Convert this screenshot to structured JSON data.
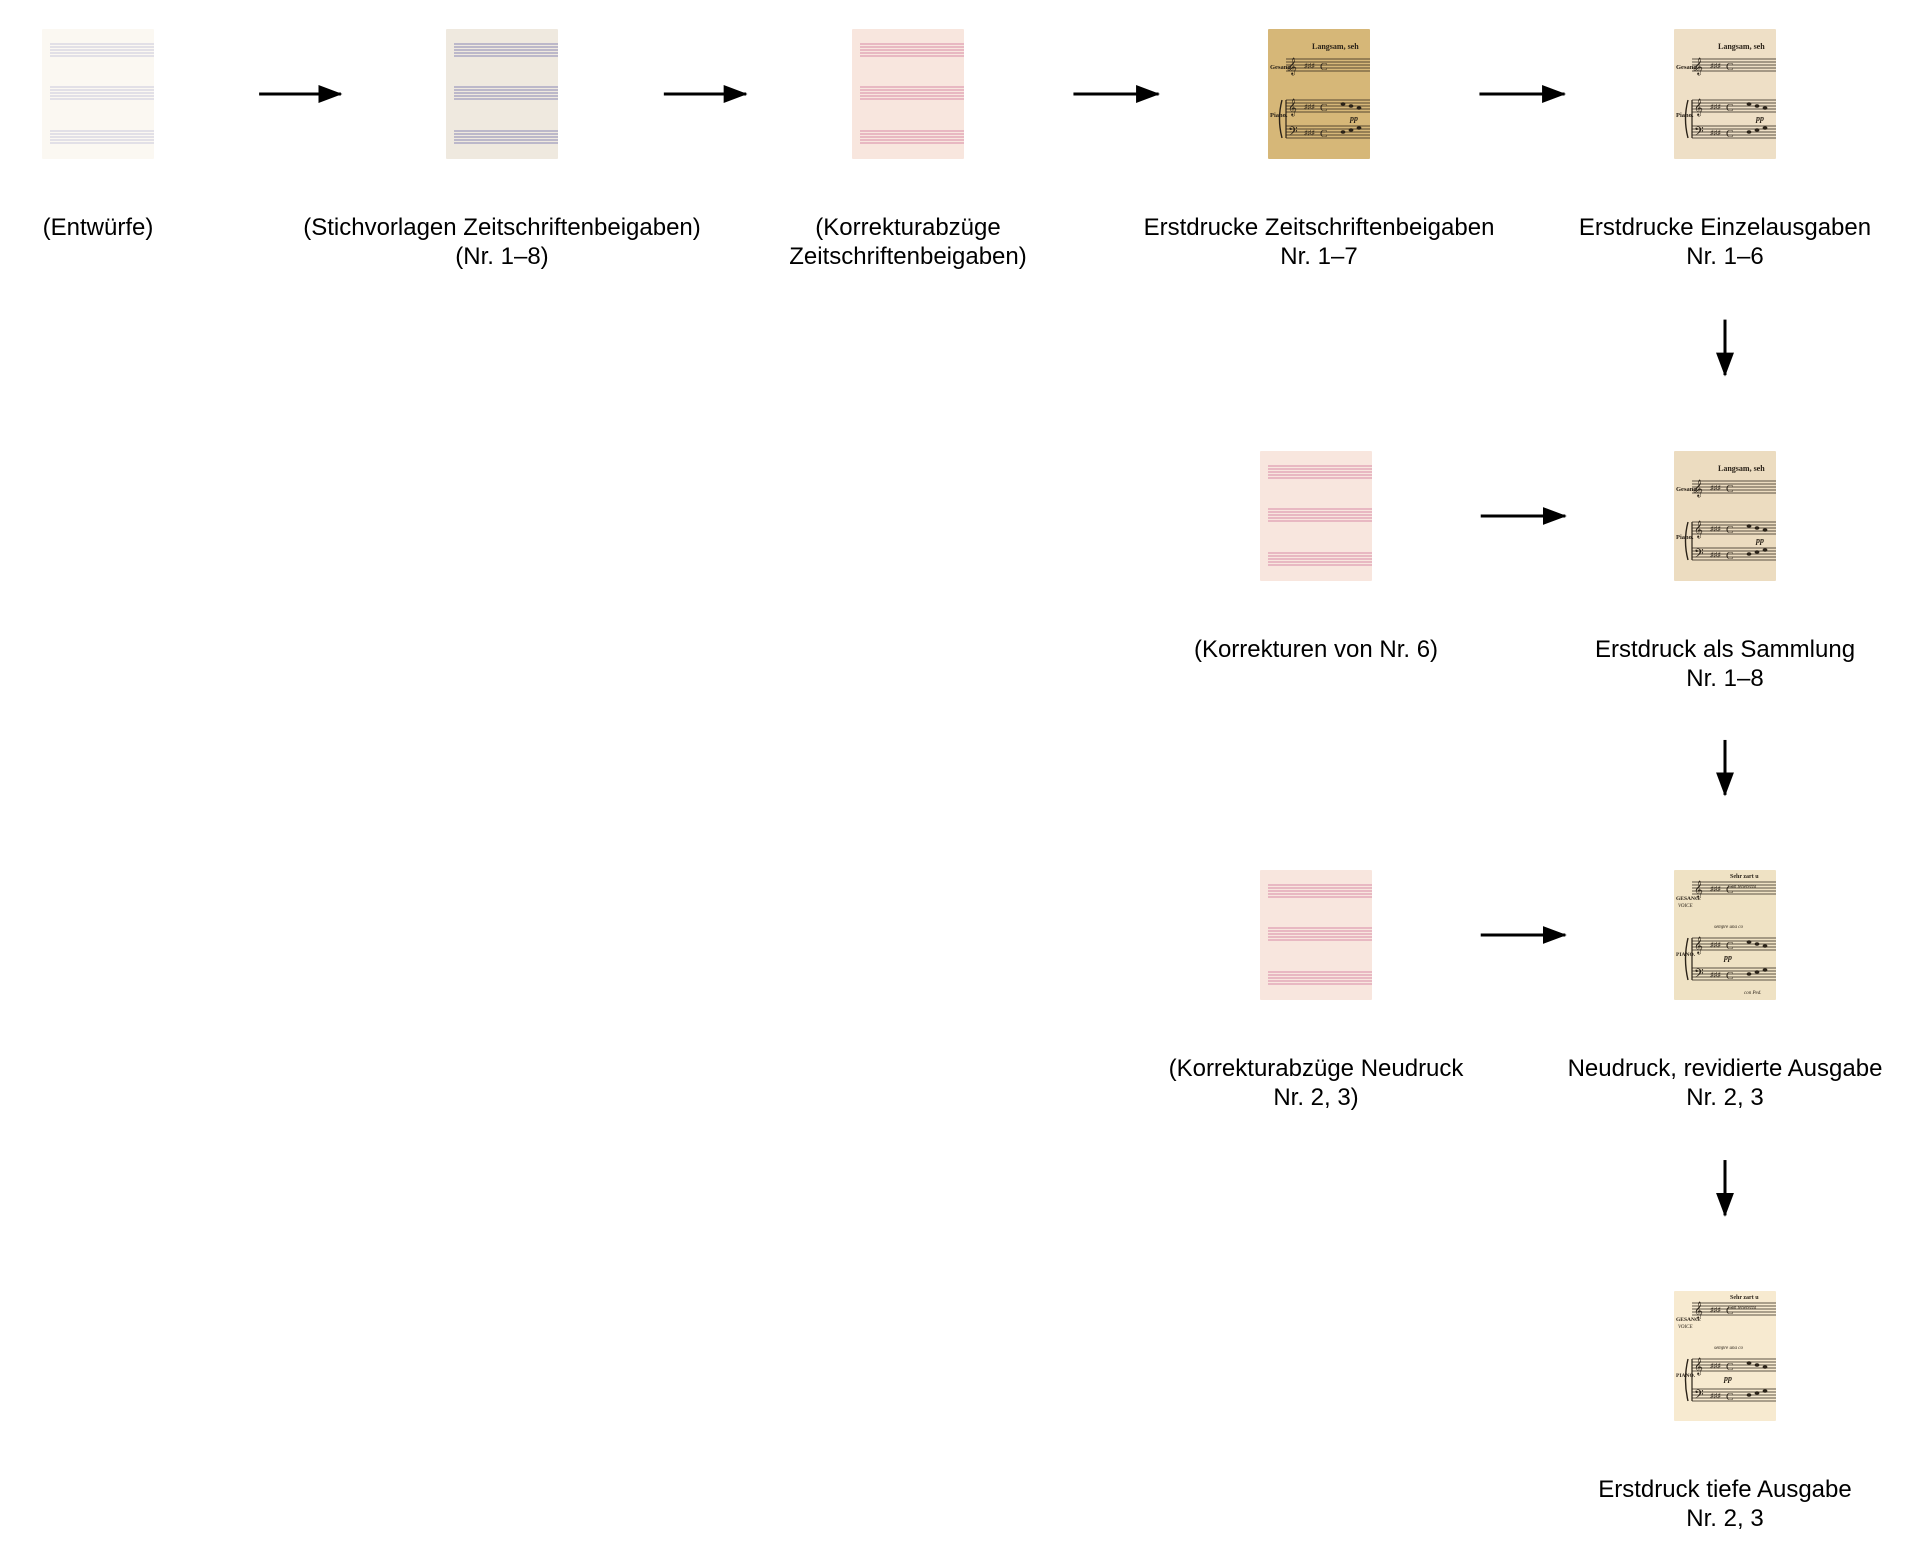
{
  "nodes": [
    {
      "id": "entwuerfe",
      "label_lines": [
        "(Entwürfe)"
      ],
      "thumb": "blank-staves",
      "paper": "#fbf8f2",
      "ink": "#c8c8dc"
    },
    {
      "id": "stichvorlagen",
      "label_lines": [
        "(Stichvorlagen Zeitschriftenbeigaben)",
        "(Nr. 1–8)"
      ],
      "thumb": "blank-staves",
      "paper": "#efe9df",
      "ink": "#8886b6"
    },
    {
      "id": "korrekturabzuege-zeitschrift",
      "label_lines": [
        "(Korrekturabzüge",
        "Zeitschriftenbeigaben)"
      ],
      "thumb": "blank-staves",
      "paper": "#f8e6de",
      "ink": "#d98ba6"
    },
    {
      "id": "erstdrucke-zeitschrift",
      "label_lines": [
        "Erstdrucke Zeitschriftenbeigaben",
        "Nr. 1–7"
      ],
      "thumb": "score-a",
      "paper": "#d6b778",
      "ink": "#2a2218",
      "excerpt": {
        "tempo": "Langsam, seh",
        "voice": "Gesang.",
        "piano": "Piano.",
        "dyn": "pp"
      }
    },
    {
      "id": "erstdrucke-einzel",
      "label_lines": [
        "Erstdrucke Einzelausgaben",
        "Nr. 1–6"
      ],
      "thumb": "score-a",
      "paper": "#eedfc6",
      "ink": "#2a2218",
      "excerpt": {
        "tempo": "Langsam, seh",
        "voice": "Gesang.",
        "piano": "Piano.",
        "dyn": "pp"
      }
    },
    {
      "id": "korrekturen-nr6",
      "label_lines": [
        "(Korrekturen von Nr. 6)"
      ],
      "thumb": "blank-staves",
      "paper": "#f8e6de",
      "ink": "#d98ba6"
    },
    {
      "id": "erstdruck-sammlung",
      "label_lines": [
        "Erstdruck als Sammlung",
        "Nr. 1–8"
      ],
      "thumb": "score-a",
      "paper": "#ecdcc0",
      "ink": "#2a2218",
      "excerpt": {
        "tempo": "Langsam, seh",
        "voice": "Gesang.",
        "piano": "Piano.",
        "dyn": "pp"
      }
    },
    {
      "id": "korrekturabzuege-neudruck",
      "label_lines": [
        "(Korrekturabzüge Neudruck",
        "Nr. 2, 3)"
      ],
      "thumb": "blank-staves",
      "paper": "#f8e6de",
      "ink": "#d98ba6"
    },
    {
      "id": "neudruck",
      "label_lines": [
        "Neudruck, revidierte Ausgabe",
        "Nr. 2, 3"
      ],
      "thumb": "score-b",
      "paper": "#efe2c4",
      "ink": "#2a2218",
      "excerpt": {
        "tempo": "Sehr zart u",
        "tempo2": "Con tenerezza",
        "voice": "GESANG.",
        "voice2": "VOICE",
        "piano": "PIANO.",
        "mid": "sempre una co",
        "dyn": "pp",
        "ped": "con Ped."
      }
    },
    {
      "id": "erstdruck-tief",
      "label_lines": [
        "Erstdruck tiefe Ausgabe",
        "Nr. 2, 3"
      ],
      "thumb": "score-b",
      "paper": "#f7ead0",
      "ink": "#2a2218",
      "excerpt": {
        "tempo": "Sehr zart u",
        "tempo2": "Con tenerezza",
        "voice": "GESANG.",
        "voice2": "VOICE",
        "piano": "PIANO.",
        "mid": "sempre una co",
        "dyn": "pp",
        "ped": ""
      }
    }
  ],
  "edges": [
    {
      "from": "entwuerfe",
      "to": "stichvorlagen"
    },
    {
      "from": "stichvorlagen",
      "to": "korrekturabzuege-zeitschrift"
    },
    {
      "from": "korrekturabzuege-zeitschrift",
      "to": "erstdrucke-zeitschrift"
    },
    {
      "from": "erstdrucke-zeitschrift",
      "to": "erstdrucke-einzel"
    },
    {
      "from": "erstdrucke-einzel",
      "to": "erstdruck-sammlung"
    },
    {
      "from": "korrekturen-nr6",
      "to": "erstdruck-sammlung"
    },
    {
      "from": "erstdruck-sammlung",
      "to": "neudruck"
    },
    {
      "from": "korrekturabzuege-neudruck",
      "to": "neudruck"
    },
    {
      "from": "neudruck",
      "to": "erstdruck-tief"
    }
  ]
}
